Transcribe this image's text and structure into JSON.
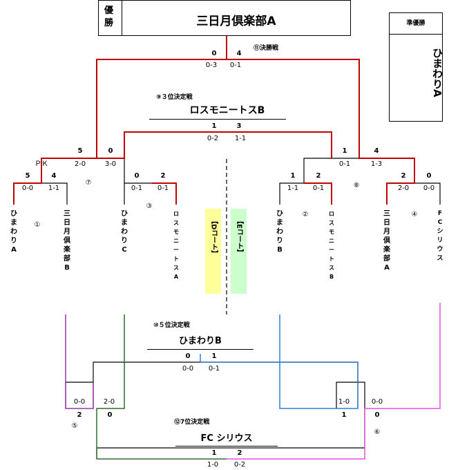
{
  "colors": {
    "final": "#c00000",
    "purple": "#9933aa",
    "green": "#2e6b2e",
    "blue": "#2f7fd0",
    "magenta": "#e050e0",
    "d_court": "#ffff99",
    "e_court": "#ccffcc"
  },
  "champion": {
    "label": "優勝",
    "name": "三日月倶楽部A"
  },
  "runner_up": {
    "label": "準優勝",
    "name": "ひまわりA"
  },
  "final": {
    "title": "⑪決勝戦",
    "left_points": "0",
    "right_points": "4",
    "left_sets": "0-3",
    "right_sets": "0-1"
  },
  "third_place": {
    "title": "⑨３位決定戦",
    "winner": "ロスモニートスB",
    "left_points": "1",
    "right_points": "3",
    "left_sets": "0-2",
    "right_sets": "1-1"
  },
  "fifth_place": {
    "title": "⑩５位決定戦",
    "winner": "ひまわりB",
    "left_points": "0",
    "right_points": "1",
    "left_sets": "0-0",
    "right_sets": "0-1"
  },
  "seventh_place": {
    "title": "⑫7位決定戦",
    "winner": "FC シリウス",
    "left_points": "1",
    "right_points": "2",
    "left_sets": "1-0",
    "right_sets": "0-2"
  },
  "courts": {
    "d": "【Dコート】",
    "e": "【Eコート】"
  },
  "teams": [
    "ひまわりA",
    "三日月倶楽部B",
    "ひまわりC",
    "ロスモニートスA",
    "ひまわりB",
    "ロスモニートスB",
    "三日月倶楽部A",
    "FCシリウス"
  ],
  "matches": {
    "m1": {
      "no": "①",
      "l_pts": "5",
      "r_pts": "4",
      "l_sets": "0-0",
      "r_sets": "1-1"
    },
    "m2": {
      "no": "②",
      "l_pts": "1",
      "r_pts": "2",
      "l_sets": "1-1",
      "r_sets": "0-1"
    },
    "m3": {
      "no": "③",
      "l_pts": "0",
      "r_pts": "2",
      "l_sets": "0-1",
      "r_sets": "0-1"
    },
    "m4": {
      "no": "④",
      "l_pts": "2",
      "r_pts": "0",
      "l_sets": "2-0",
      "r_sets": "0-0"
    },
    "m5": {
      "no": "⑤",
      "l_pts": "2",
      "r_pts": "0",
      "l_sets": "0-0",
      "r_sets": "2-0"
    },
    "m6": {
      "no": "⑥",
      "l_pts": "1",
      "r_pts": "0",
      "l_sets": "1-0",
      "r_sets": "0-0"
    },
    "m7": {
      "no": "⑦",
      "l_pts": "5",
      "r_pts": "0",
      "l_sets": "2-0",
      "r_sets": "3-0",
      "pk": "ＰＫ"
    },
    "m8": {
      "no": "⑧",
      "l_pts": "1",
      "r_pts": "4",
      "l_sets": "0-1",
      "r_sets": "1-3"
    }
  }
}
